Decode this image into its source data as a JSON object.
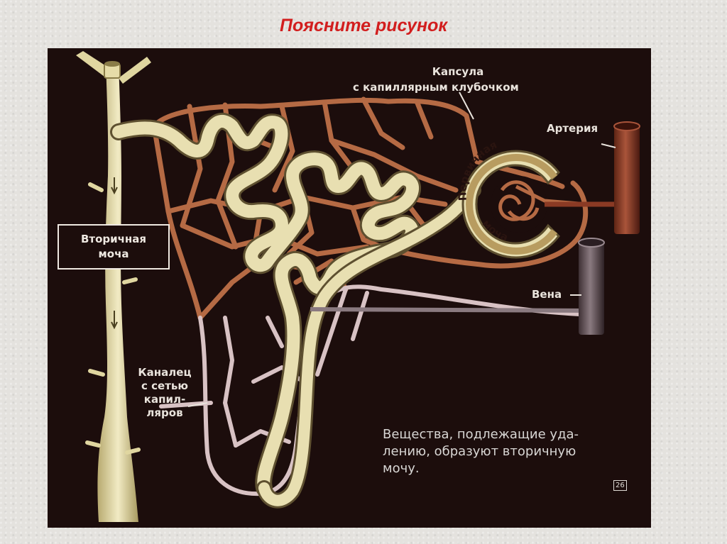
{
  "slide": {
    "title": "Поясните рисунок"
  },
  "labels": {
    "capsule_line1": "Капсула",
    "capsule_line2": "с капиллярным  клубочком",
    "artery": "Артерия",
    "vein": "Вена",
    "secondary_line1": "Вторичная",
    "secondary_line2": "моча",
    "tubule_line1": "Каналец",
    "tubule_line2": "с  сетью",
    "tubule_line3": "капил-",
    "tubule_line4": "ляров",
    "primary_word1": "Первичная",
    "primary_word2": "моча"
  },
  "note": {
    "line1": "Вещества, подлежащие уда-",
    "line2": "лению, образуют вторичную",
    "line3": "мочу."
  },
  "page_number": "26",
  "colors": {
    "title": "#d21e1e",
    "background": "#1c0d0c",
    "capillary": "#b56a44",
    "tubule": "#e8dfb1",
    "artery": "#8a3a24",
    "vein": "#6a5a60"
  }
}
